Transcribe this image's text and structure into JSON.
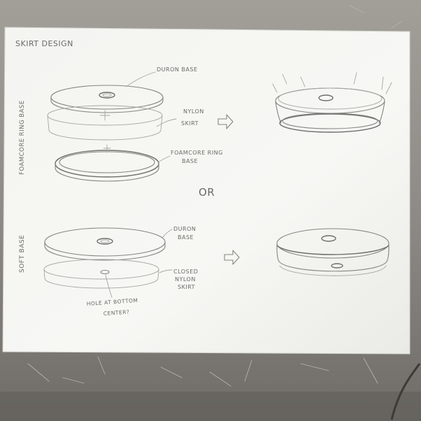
{
  "sheet": {
    "title": "SKIRT DESIGN",
    "or_label": "OR"
  },
  "top_design": {
    "side_label": "FOAMCORE RING BASE",
    "labels": {
      "duron_base": "DURON BASE",
      "nylon_line1": "NYLON",
      "nylon_line2": "SKIRT",
      "foamcore_line1": "FOAMCORE RING",
      "foamcore_line2": "BASE"
    }
  },
  "bottom_design": {
    "side_label": "SOFT BASE",
    "labels": {
      "duron_line1": "DURON",
      "duron_line2": "BASE",
      "closed_line1": "CLOSED",
      "closed_line2": "NYLON",
      "closed_line3": "SKIRT",
      "hole_line1": "HOLE AT BOTTOM",
      "hole_line2": "CENTER?"
    }
  },
  "colors": {
    "desk": "#8d8a85",
    "paper": "#f5f5f2",
    "pencil": "#858581"
  }
}
